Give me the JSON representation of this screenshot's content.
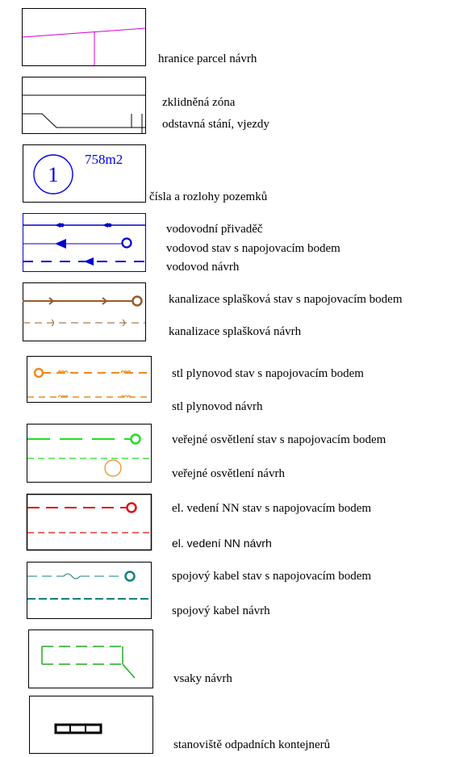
{
  "legend": {
    "parcel_boundary": {
      "label": "hranice parcel návrh",
      "color": "#d400d4"
    },
    "calm_zone": {
      "label": "zklidněná zóna"
    },
    "parking": {
      "label": "odstavná stání, vjezdy"
    },
    "lot_numbers": {
      "label": "čísla a rozlohy pozemků",
      "sample_number": "1",
      "sample_area": "758m2",
      "color": "#0000ee"
    },
    "water": {
      "feeder_label": "vodovodní přivaděč",
      "existing_label": "vodovod stav s napojovacím bodem",
      "proposed_label": "vodovod návrh",
      "color": "#0000cc"
    },
    "sewer": {
      "existing_label": "kanalizace splašková stav s napojovacím bodem",
      "proposed_label": "kanalizace splašková návrh",
      "color": "#9a5a2a"
    },
    "gas": {
      "existing_label": "stl plynovod stav s napojovacím bodem",
      "proposed_label": "stl plynovod návrh",
      "color": "#f08a1c"
    },
    "lighting": {
      "existing_label": "veřejné osvětlení stav s napojovacím bodem",
      "proposed_label": "veřejné osvětlení návrh",
      "color": "#22dd22",
      "lamp_color": "#f08a1c"
    },
    "electric": {
      "existing_label": "el. vedení NN stav s napojovacím bodem",
      "proposed_label": "el. vedení NN návrh",
      "color": "#e01010"
    },
    "telecom": {
      "existing_label": "spojový kabel stav s napojovacím bodem",
      "proposed_label": "spojový kabel návrh",
      "color": "#118080"
    },
    "soakaway": {
      "label": "vsaky návrh",
      "color": "#22aa22"
    },
    "waste_bins": {
      "label": "stanoviště odpadních kontejnerů"
    }
  }
}
